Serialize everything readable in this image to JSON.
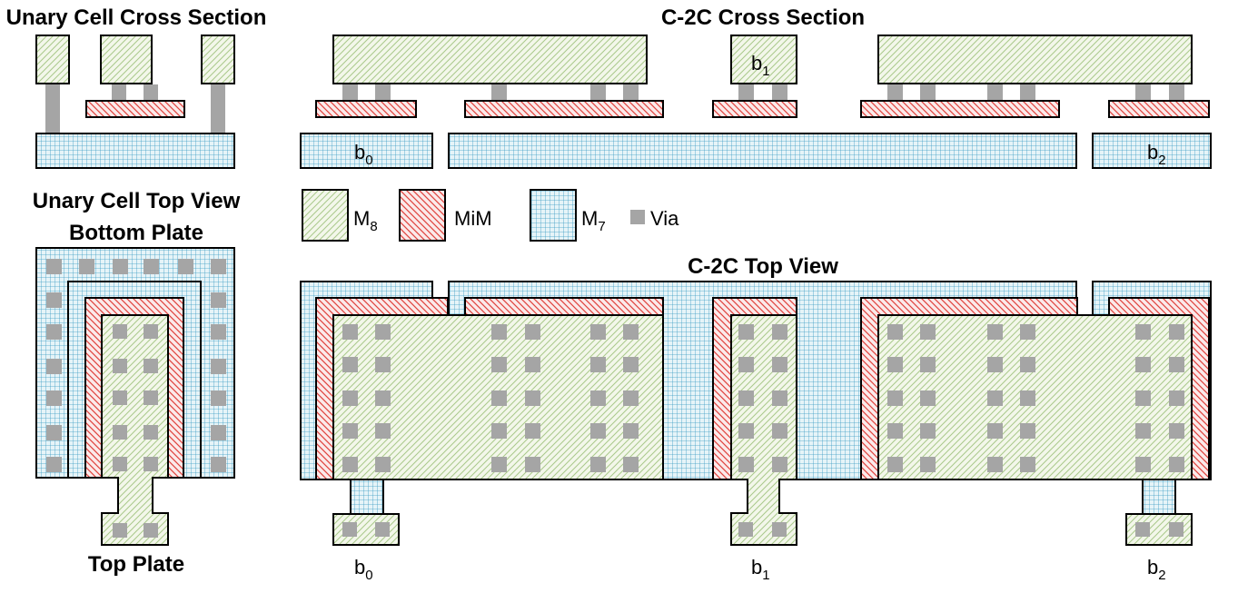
{
  "titles": {
    "unary_cross": "Unary Cell Cross Section",
    "c2c_cross": "C-2C Cross Section",
    "unary_top_line1": "Unary Cell Top View",
    "unary_top_line2": "Bottom Plate",
    "c2c_top": "C-2C Top View",
    "top_plate": "Top Plate"
  },
  "bits": [
    {
      "base": "b",
      "sub": "0"
    },
    {
      "base": "b",
      "sub": "1"
    },
    {
      "base": "b",
      "sub": "2"
    }
  ],
  "legend": {
    "m8": {
      "base": "M",
      "sub": "8"
    },
    "mim": "MiM",
    "m7": {
      "base": "M",
      "sub": "7"
    },
    "via": "Via"
  },
  "colors": {
    "m8_stroke": "#a9c98a",
    "m8_fill": "#f3f7ea",
    "mim_stroke": "#e0413c",
    "mim_fill": "#fbeaea",
    "m7_grid": "#3a9cc4",
    "m7_fill": "#e6f4f8",
    "via": "#a5a5a5",
    "outline": "#000000"
  }
}
